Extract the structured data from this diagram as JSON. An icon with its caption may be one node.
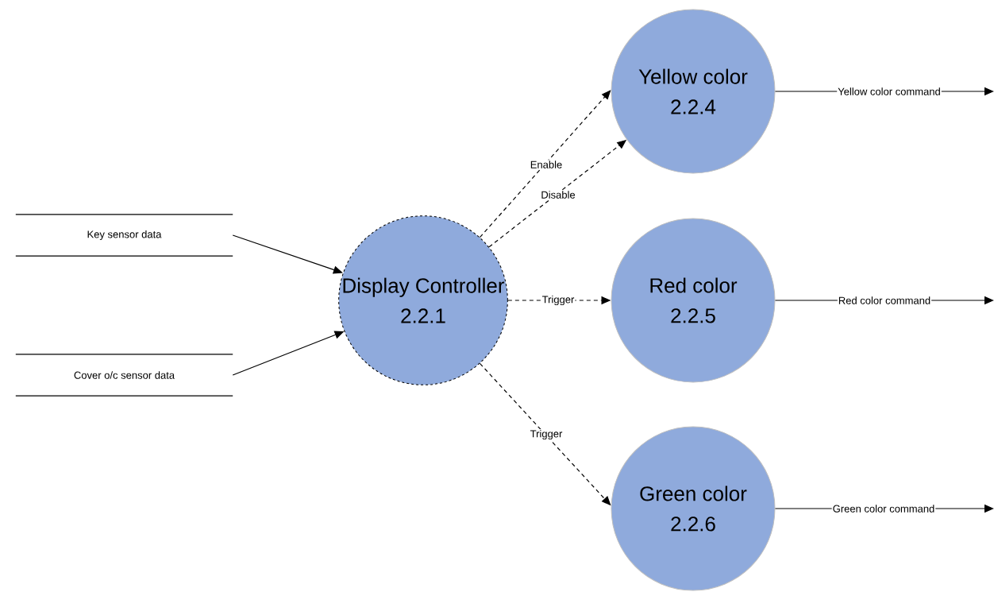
{
  "diagram": {
    "nodes": [
      {
        "text": [
          "Key sensor data"
        ]
      },
      {
        "text": [
          "Cover o/c sensor data"
        ]
      },
      {
        "text": [
          "Display Controller",
          "2.2.1"
        ]
      },
      {
        "text": [
          "Yellow color",
          "2.2.4"
        ]
      },
      {
        "text": [
          "Red color",
          "2.2.5"
        ]
      },
      {
        "text": [
          "Green color",
          "2.2.6"
        ]
      }
    ],
    "edges": [
      {
        "from": 0,
        "to": 2,
        "arrow": "to"
      },
      {
        "from": 1,
        "to": 2,
        "arrow": "to"
      },
      {
        "from": 2,
        "to": 3,
        "arrow": "to",
        "label": "Enable",
        "style": "dashed"
      },
      {
        "from": 2,
        "to": 3,
        "arrow": "to",
        "label": "Disable",
        "style": "dashed"
      },
      {
        "from": 2,
        "to": 4,
        "arrow": "to",
        "label": "Trigger",
        "style": "dashed"
      },
      {
        "from": 2,
        "to": 5,
        "arrow": "to",
        "label": "Trigger",
        "style": "dashed"
      },
      {
        "from": 3,
        "to": null,
        "arrow": "to",
        "label": "Yellow color command"
      },
      {
        "from": 4,
        "to": null,
        "arrow": "to",
        "label": "Red color command"
      },
      {
        "from": 5,
        "to": null,
        "arrow": "to",
        "label": "Green color command"
      }
    ]
  }
}
